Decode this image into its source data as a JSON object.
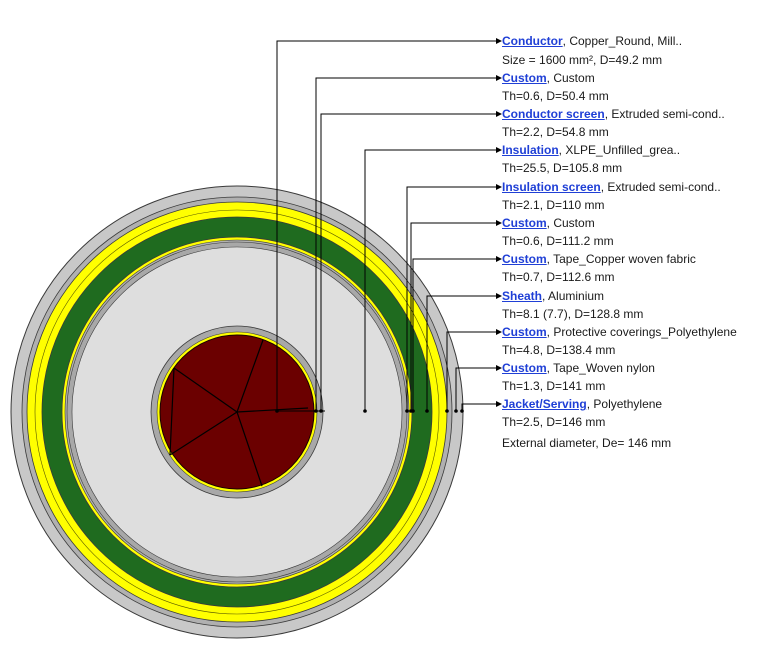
{
  "colors": {
    "conductor": "#6b0000",
    "conductor_screen": "#a8a8a8",
    "insulation": "#dedede",
    "insulation_screen": "#a8a8a8",
    "tape": "#ffff00",
    "sheath": "#1f6b1f",
    "coverings": "#ffff00",
    "jacket": "#c8c8c8",
    "outline": "#3a3a3a",
    "link": "#1f3fd6",
    "leader": "#000000"
  },
  "layers": [
    {
      "id": "conductor",
      "name": "Conductor",
      "desc": ", Copper_Round, Mill..",
      "detail": "Size = 1600 mm², D=49.2 mm"
    },
    {
      "id": "custom1",
      "name": "Custom",
      "desc": ", Custom",
      "detail": "Th=0.6, D=50.4 mm"
    },
    {
      "id": "conductor-screen",
      "name": "Conductor screen",
      "desc": ", Extruded semi-cond..",
      "detail": "Th=2.2, D=54.8 mm"
    },
    {
      "id": "insulation",
      "name": "Insulation",
      "desc": ", XLPE_Unfilled_grea..",
      "detail": "Th=25.5, D=105.8 mm"
    },
    {
      "id": "insulation-screen",
      "name": "Insulation screen",
      "desc": ", Extruded semi-cond..",
      "detail": "Th=2.1, D=110 mm"
    },
    {
      "id": "custom2",
      "name": "Custom",
      "desc": ", Custom",
      "detail": "Th=0.6, D=111.2 mm"
    },
    {
      "id": "custom3",
      "name": "Custom",
      "desc": ", Tape_Copper woven fabric",
      "detail": "Th=0.7, D=112.6 mm"
    },
    {
      "id": "sheath",
      "name": "Sheath",
      "desc": ", Aluminium",
      "detail": "Th=8.1 (7.7), D=128.8 mm"
    },
    {
      "id": "custom4",
      "name": "Custom",
      "desc": ", Protective coverings_Polyethylene",
      "detail": "Th=4.8, D=138.4 mm"
    },
    {
      "id": "custom5",
      "name": "Custom",
      "desc": ", Tape_Woven nylon",
      "detail": "Th=1.3, D=141 mm"
    },
    {
      "id": "jacket",
      "name": "Jacket/Serving",
      "desc": ", Polyethylene",
      "detail": "Th=2.5, D=146 mm"
    }
  ],
  "external": "External diameter, De= 146 mm"
}
